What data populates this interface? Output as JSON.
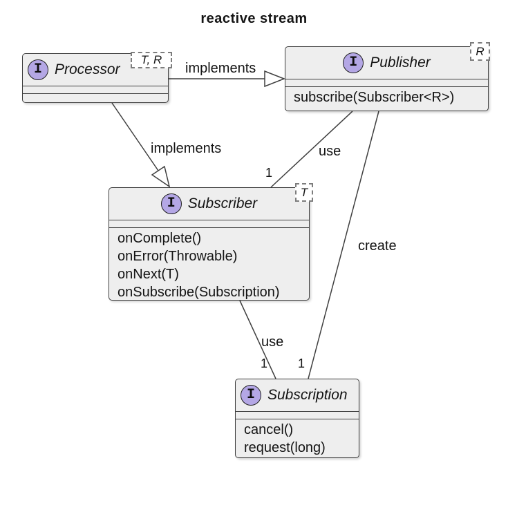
{
  "title": "reactive stream",
  "colors": {
    "background": "#ffffff",
    "class_fill": "#eeeeee",
    "class_border": "#3d3d3d",
    "interface_circle_fill": "#b4a7e5",
    "interface_circle_border": "#1f1f1f",
    "generic_badge_fill": "#ffffff",
    "generic_badge_border": "#7d7d7d",
    "edge_line": "#3f3f3f",
    "text": "#141414"
  },
  "classes": {
    "processor": {
      "name": "Processor",
      "icon_letter": "I",
      "generic": "T, R",
      "methods": []
    },
    "publisher": {
      "name": "Publisher",
      "icon_letter": "I",
      "generic": "R",
      "methods": [
        "subscribe(Subscriber<R>)"
      ]
    },
    "subscriber": {
      "name": "Subscriber",
      "icon_letter": "I",
      "generic": "T",
      "methods": [
        "onComplete()",
        "onError(Throwable)",
        "onNext(T)",
        "onSubscribe(Subscription)"
      ]
    },
    "subscription": {
      "name": "Subscription",
      "icon_letter": "I",
      "methods": [
        "cancel()",
        "request(long)"
      ]
    }
  },
  "edges": {
    "processor_publisher": {
      "label": "implements",
      "type": "realization"
    },
    "processor_subscriber": {
      "label": "implements",
      "type": "realization"
    },
    "publisher_subscriber": {
      "label": "use",
      "multiplicity": "1"
    },
    "publisher_subscription": {
      "label": "create",
      "multiplicity": "1"
    },
    "subscriber_subscription": {
      "label": "use",
      "multiplicity": "1"
    }
  }
}
